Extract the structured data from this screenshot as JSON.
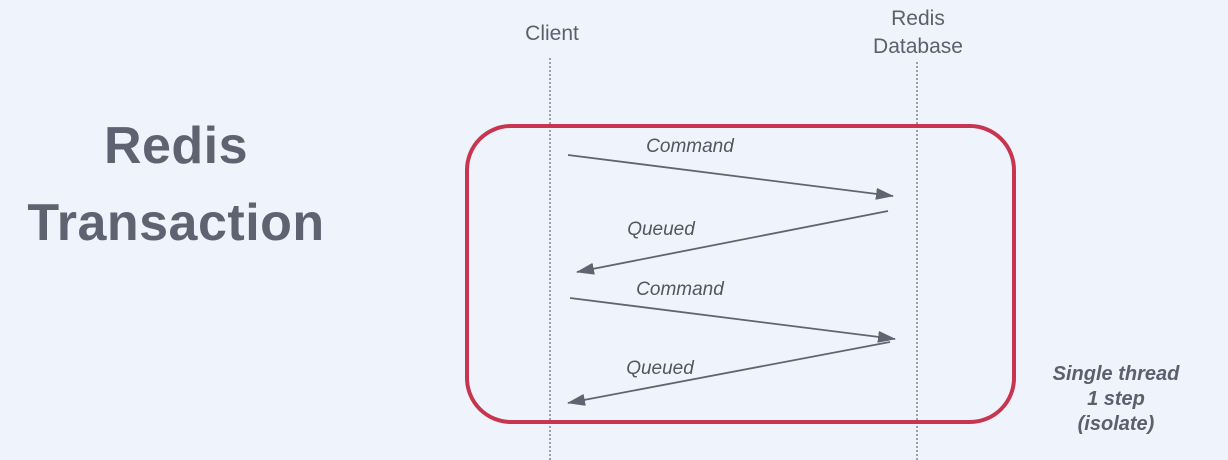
{
  "title": {
    "line1": "Redis",
    "line2": "Transaction"
  },
  "lifelines": {
    "client": {
      "label": "Client"
    },
    "redis": {
      "label_line1": "Redis",
      "label_line2": "Database"
    }
  },
  "messages": [
    {
      "label": "Command",
      "direction": "client-to-redis"
    },
    {
      "label": "Queued",
      "direction": "redis-to-client"
    },
    {
      "label": "Command",
      "direction": "client-to-redis"
    },
    {
      "label": "Queued",
      "direction": "redis-to-client"
    }
  ],
  "annotation": {
    "line1": "Single thread",
    "line2": "1 step",
    "line3": "(isolate)"
  },
  "colors": {
    "background": "#eff3fc",
    "boundary_red": "#c7354f",
    "title_text": "#5d6370",
    "label_text": "#59616e",
    "message_text": "#4f5761",
    "arrow_gray": "#5f6570",
    "lifeline_dots": "#98a0ac"
  }
}
